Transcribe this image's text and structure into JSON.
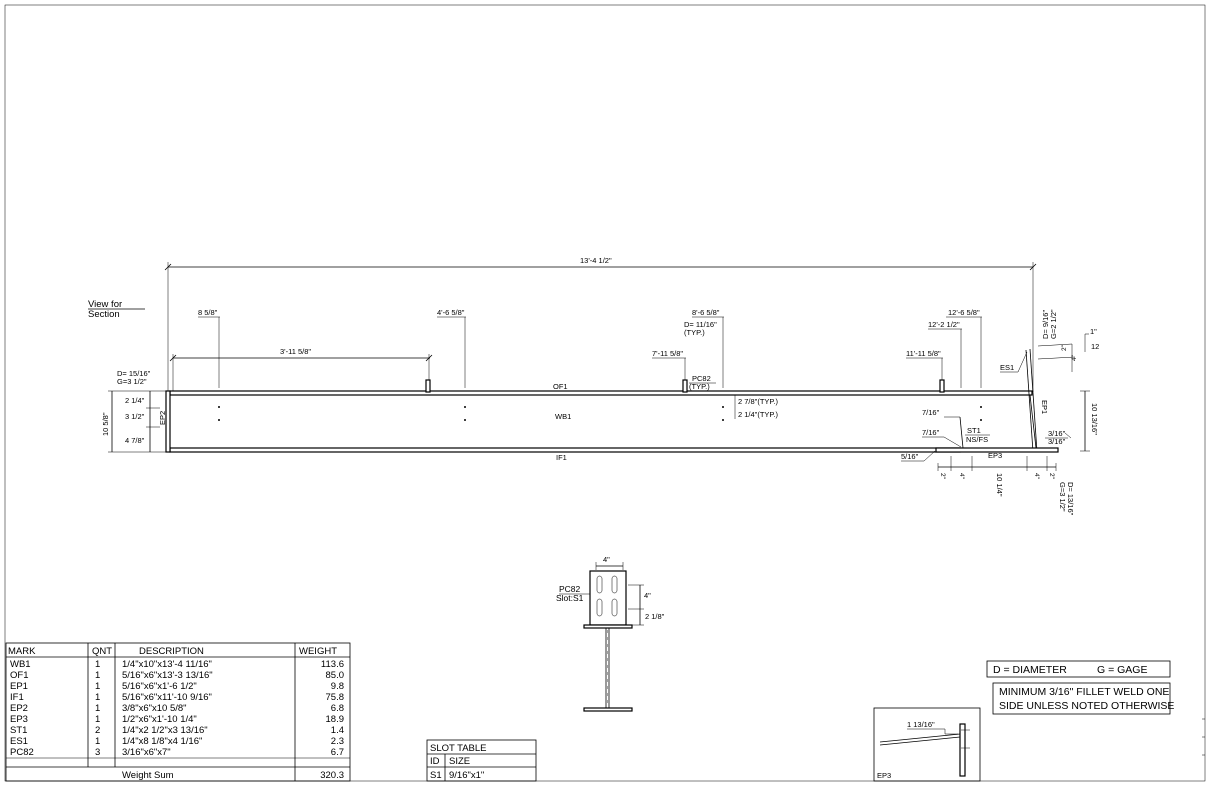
{
  "drawing": {
    "view_label_1": "View for",
    "view_label_2": "Section",
    "overall_length": "13'-4 1/2\"",
    "dims": {
      "d_8_58": "8 5/8\"",
      "d_4_6_58": "4'-6 5/8\"",
      "d_8_6_58": "8'-6 5/8\"",
      "d_d1116": "D= 11/16\"",
      "d_typ": "(TYP.)",
      "d_12_6_58": "12'-6 5/8\"",
      "d_12_2_12": "12'-2 1/2\"",
      "d_3_11_58": "3'-11 5/8\"",
      "d_7_11_58": "7'-11 5/8\"",
      "d_11_11_58": "11'-11 5/8\"",
      "d_left_d": "D= 15/16\"",
      "d_left_g": "G=3 1/2\"",
      "d_2_14": "2 1/4\"",
      "d_3_12": "3 1/2\"",
      "d_4_78": "4 7/8\"",
      "d_10_58": "10 5/8\"",
      "d_2_78_typ": "2 7/8\"(TYP.)",
      "d_2_14_typ": "2 1/4\"(TYP.)",
      "d_7_16_a": "7/16\"",
      "d_7_16_b": "7/16\"",
      "d_5_16": "5/16\"",
      "d_3_16_a": "3/16\"",
      "d_3_16_b": "3/16\"",
      "d_10_1316": "10 13/16\"",
      "d_right_d": "D= 13/16\"",
      "d_right_g": "G=3 1/2\"",
      "d_top_d": "D= 9/16\"",
      "d_top_g": "G=2 1/2\"",
      "d_2in_a": "2\"",
      "d_4in_a": "4\"",
      "d_10_14": "10 1/4\"",
      "d_4in_b": "4\"",
      "d_2in_b": "2\"",
      "d_2in_c": "2\"",
      "d_4in_c": "4\"",
      "slope_rise": "1\"",
      "slope_run": "12"
    },
    "marks": {
      "of1": "OF1",
      "wb1": "WB1",
      "if1": "IF1",
      "ep2": "EP2",
      "ep1": "EP1",
      "ep3": "EP3",
      "es1": "ES1",
      "st1": "ST1",
      "nsfs": "NS/FS",
      "pc82": "PC82",
      "pc82_typ": "(TYP.)"
    }
  },
  "detail": {
    "pc82_label": "PC82",
    "slot_label": "Slot:S1",
    "width": "4\"",
    "height": "4\"",
    "offset": "2 1/8\""
  },
  "ep3_detail": {
    "dim": "1 13/16\"",
    "label": "EP3"
  },
  "bom": {
    "headers": [
      "MARK",
      "QNT",
      "DESCRIPTION",
      "WEIGHT"
    ],
    "rows": [
      [
        "WB1",
        "1",
        "1/4\"x10\"x13'-4 11/16\"",
        "113.6"
      ],
      [
        "OF1",
        "1",
        "5/16\"x6\"x13'-3 13/16\"",
        "85.0"
      ],
      [
        "EP1",
        "1",
        "5/16\"x6\"x1'-6 1/2\"",
        "9.8"
      ],
      [
        "IF1",
        "1",
        "5/16\"x6\"x11'-10 9/16\"",
        "75.8"
      ],
      [
        "EP2",
        "1",
        "3/8\"x6\"x10 5/8\"",
        "6.8"
      ],
      [
        "EP3",
        "1",
        "1/2\"x6\"x1'-10 1/4\"",
        "18.9"
      ],
      [
        "ST1",
        "2",
        "1/4\"x2 1/2\"x3 13/16\"",
        "1.4"
      ],
      [
        "ES1",
        "1",
        "1/4\"x8 1/8\"x4 1/16\"",
        "2.3"
      ],
      [
        "PC82",
        "3",
        "3/16\"x6\"x7\"",
        "6.7"
      ]
    ],
    "sum_label": "Weight Sum",
    "sum_value": "320.3"
  },
  "slot_table": {
    "title": "SLOT TABLE",
    "headers": [
      "ID",
      "SIZE"
    ],
    "rows": [
      [
        "S1",
        "9/16\"x1\""
      ]
    ]
  },
  "legend": {
    "diameter": "D = DIAMETER",
    "gage": "G = GAGE"
  },
  "note": {
    "line1": "MINIMUM 3/16\" FILLET WELD ONE",
    "line2": "SIDE UNLESS NOTED OTHERWISE"
  }
}
